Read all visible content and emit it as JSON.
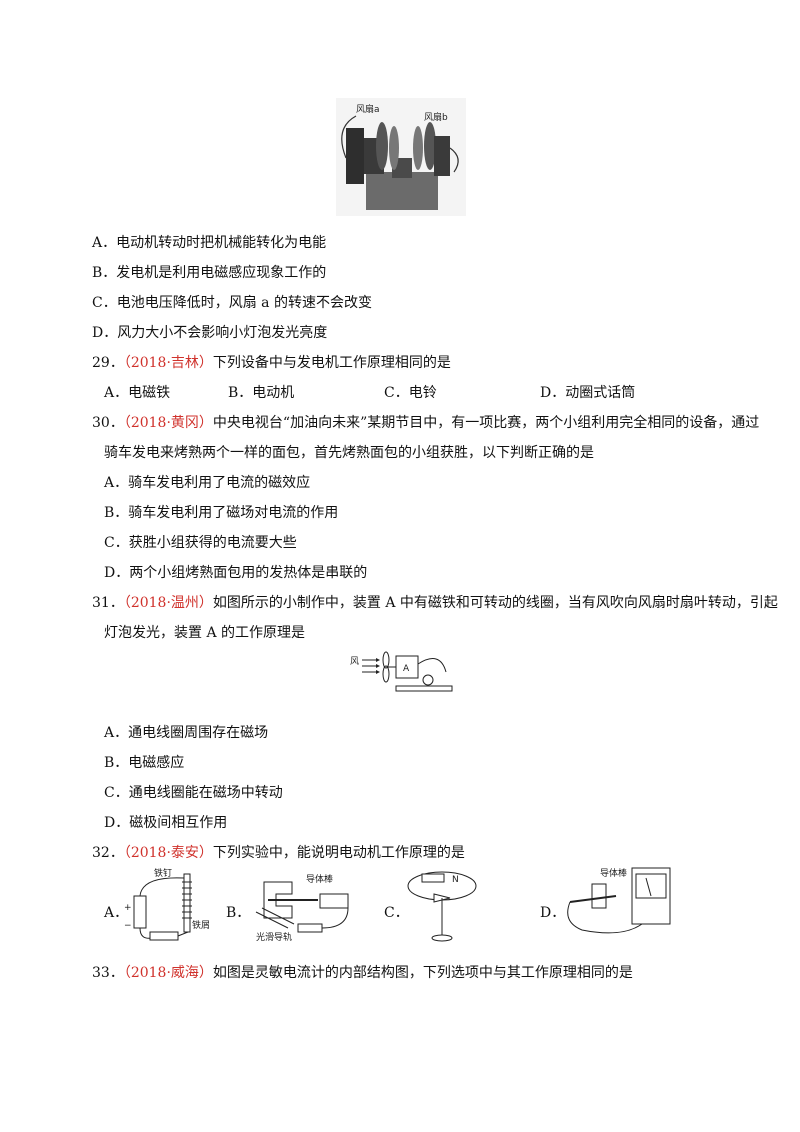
{
  "q28": {
    "fig_label_a": "风扇a",
    "fig_label_b": "风扇b",
    "options": [
      "A．电动机转动时把机械能转化为电能",
      "B．发电机是利用电磁感应现象工作的",
      "C．电池电压降低时，风扇 a 的转速不会改变",
      "D．风力大小不会影响小灯泡发光亮度"
    ]
  },
  "q29": {
    "num": "29．",
    "source": "（2018·吉林）",
    "text": "下列设备中与发电机工作原理相同的是",
    "options": [
      "A．电磁铁",
      "B．电动机",
      "C．电铃",
      "D．动圈式话筒"
    ]
  },
  "q30": {
    "num": "30．",
    "source": "（2018·黄冈）",
    "text_line1": "中央电视台“加油向未来”某期节目中，有一项比赛，两个小组利用完全相同的设备，通过",
    "text_line2": "骑车发电来烤熟两个一样的面包，首先烤熟面包的小组获胜，以下判断正确的是",
    "options": [
      "A．骑车发电利用了电流的磁效应",
      "B．骑车发电利用了磁场对电流的作用",
      "C．获胜小组获得的电流要大些",
      "D．两个小组烤熟面包用的发热体是串联的"
    ]
  },
  "q31": {
    "num": "31．",
    "source": "（2018·温州）",
    "text_line1": "如图所示的小制作中，装置 A 中有磁铁和可转动的线圈，当有风吹向风扇时扇叶转动，引起",
    "text_line2": "灯泡发光，装置 A 的工作原理是",
    "fig_label_wind": "风",
    "fig_label_a": "A",
    "options": [
      "A．通电线圈周围存在磁场",
      "B．电磁感应",
      "C．通电线圈能在磁场中转动",
      "D．磁极间相互作用"
    ]
  },
  "q32": {
    "num": "32．",
    "source": "（2018·泰安）",
    "text": "下列实验中，能说明电动机工作原理的是",
    "option_letters": [
      "A．",
      "B．",
      "C．",
      "D．"
    ],
    "fig_a_labels": [
      "铁钉",
      "铁屑",
      "+",
      "−"
    ],
    "fig_b_labels": [
      "导体棒",
      "光滑导轨"
    ],
    "fig_c_labels": [
      "N"
    ],
    "fig_d_labels": [
      "导体棒"
    ]
  },
  "q33": {
    "num": "33．",
    "source": "（2018·威海）",
    "text": "如图是灵敏电流计的内部结构图，下列选项中与其工作原理相同的是"
  }
}
